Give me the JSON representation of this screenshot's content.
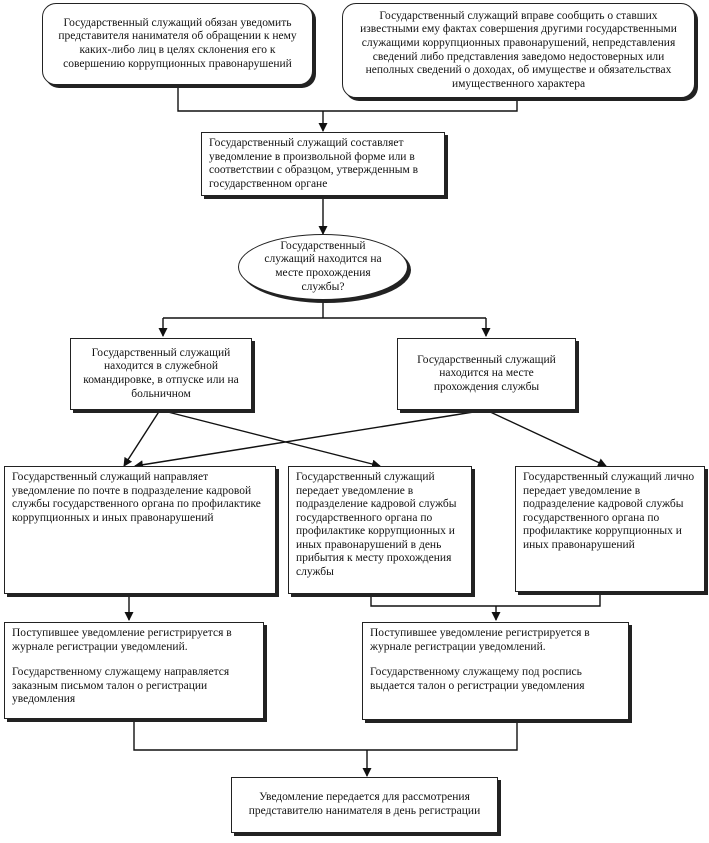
{
  "top_left": "Государственный служащий обязан уведомить представителя нанимателя об обращении к нему каких-либо лиц в целях склонения его к совершению коррупционных правонарушений",
  "top_right": "Государственный служащий вправе сообщить о ставших известными ему фактах совершения другими государственными служащими коррупционных правонарушений, непредставления сведений либо представления заведомо недостоверных или неполных сведений о доходах, об имуществе и обязательствах имущественного характера",
  "compose": "Государственный служащий составляет уведомление в произвольной форме или в соответствии с образцом, утвержденным в государственном органе",
  "decision": "Государственный служащий находится на месте прохождения службы?",
  "away": "Государственный служащий находится в служебной командировке, в отпуске или на больничном",
  "onsite": "Государственный служащий находится на месте прохождения службы",
  "mail": "Государственный служащий направляет уведомление по почте в подразделение кадровой службы государственного органа по профилактике коррупционных и иных правонарушений",
  "on_arrival": "Государственный служащий передает уведомление в подразделение кадровой службы государственного органа по профилактике коррупционных и иных правонарушений в день прибытия к месту прохождения службы",
  "in_person": "Государственный служащий лично передает уведомление в подразделение кадровой службы государственного органа по профилактике коррупционных и иных правонарушений",
  "reg_left": {
    "line1": "Поступившее уведомление регистрируется в журнале регистрации уведомлений.",
    "line2": "Государственному служащему направляется заказным письмом талон о регистрации уведомления"
  },
  "reg_right": {
    "line1": "Поступившее уведомление регистрируется в журнале регистрации уведомлений.",
    "line2": "Государственному служащему под роспись выдается талон о регистрации уведомления"
  },
  "final": "Уведомление передается для рассмотрения представителю нанимателя в день регистрации"
}
